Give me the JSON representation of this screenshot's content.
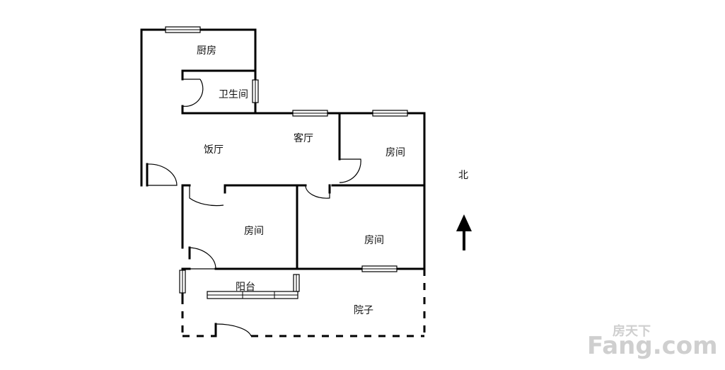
{
  "rooms": {
    "kitchen": "厨房",
    "bathroom": "卫生间",
    "dining": "饭厅",
    "living": "客厅",
    "room_ne": "房间",
    "room_sw": "房间",
    "room_se": "房间",
    "balcony": "阳台",
    "yard": "院子"
  },
  "compass": {
    "north_label": "北",
    "icon": "north-arrow-icon"
  },
  "watermark": {
    "chinese": "房天下",
    "brand": "Fang.com",
    "color": "#cfcfcf"
  }
}
